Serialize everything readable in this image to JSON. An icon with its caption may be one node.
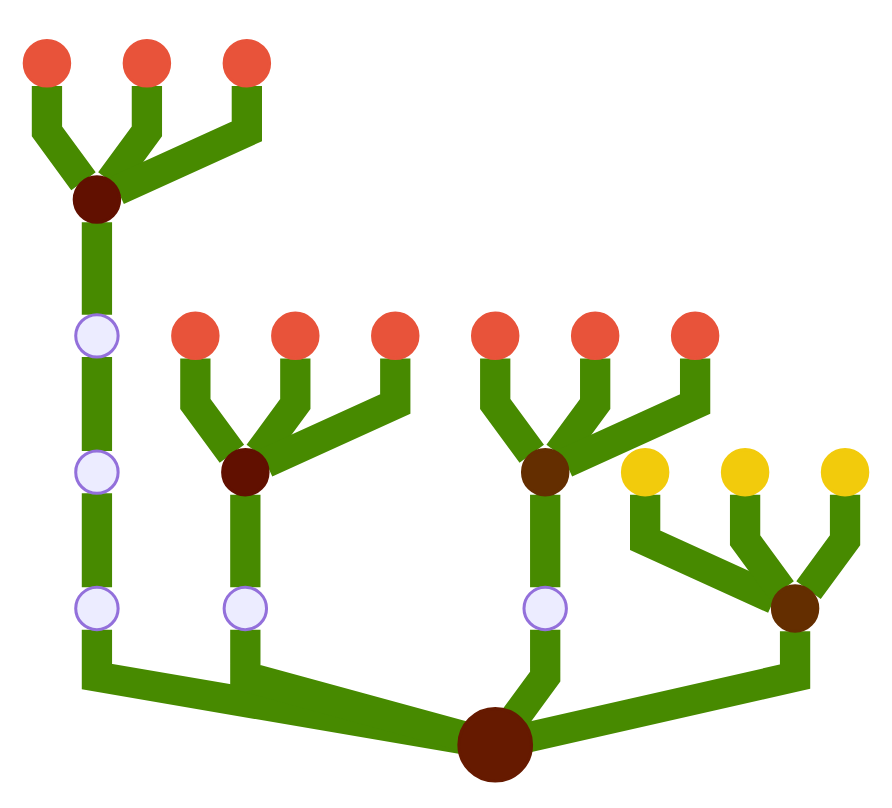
{
  "diagram": {
    "nodes": [
      {
        "text": [],
        "shape": "circle"
      },
      {
        "text": [],
        "shape": "circle"
      },
      {
        "text": [],
        "shape": "circle"
      },
      {
        "text": [],
        "shape": "circle"
      },
      {
        "text": [],
        "shape": "circle"
      },
      {
        "text": [],
        "shape": "circle"
      },
      {
        "text": [],
        "shape": "circle"
      },
      {
        "text": [],
        "shape": "circle"
      },
      {
        "text": [],
        "shape": "circle"
      },
      {
        "text": [],
        "shape": "circle"
      },
      {
        "text": [],
        "shape": "circle"
      },
      {
        "text": [],
        "shape": "circle"
      },
      {
        "text": [],
        "shape": "circle"
      },
      {
        "text": [],
        "shape": "circle"
      },
      {
        "text": [],
        "shape": "circle"
      },
      {
        "text": [],
        "shape": "circle"
      },
      {
        "text": [],
        "shape": "circle"
      },
      {
        "text": [],
        "shape": "circle"
      },
      {
        "text": [],
        "shape": "circle"
      },
      {
        "text": [],
        "shape": "circle"
      },
      {
        "text": [],
        "shape": "circle"
      },
      {
        "text": [],
        "shape": "circle"
      }
    ],
    "edges": [
      {
        "from": 21,
        "to": 17,
        "arrow": "none"
      },
      {
        "from": 17,
        "to": 11,
        "arrow": "none"
      },
      {
        "from": 11,
        "to": 4,
        "arrow": "none"
      },
      {
        "from": 4,
        "to": 3,
        "arrow": "none"
      },
      {
        "from": 3,
        "to": 0,
        "arrow": "none"
      },
      {
        "from": 3,
        "to": 1,
        "arrow": "none"
      },
      {
        "from": 3,
        "to": 2,
        "arrow": "none"
      },
      {
        "from": 21,
        "to": 18,
        "arrow": "none"
      },
      {
        "from": 18,
        "to": 12,
        "arrow": "none"
      },
      {
        "from": 12,
        "to": 5,
        "arrow": "none"
      },
      {
        "from": 12,
        "to": 6,
        "arrow": "none"
      },
      {
        "from": 12,
        "to": 7,
        "arrow": "none"
      },
      {
        "from": 21,
        "to": 19,
        "arrow": "none"
      },
      {
        "from": 19,
        "to": 13,
        "arrow": "none"
      },
      {
        "from": 13,
        "to": 8,
        "arrow": "none"
      },
      {
        "from": 13,
        "to": 9,
        "arrow": "none"
      },
      {
        "from": 13,
        "to": 10,
        "arrow": "none"
      },
      {
        "from": 21,
        "to": 20,
        "arrow": "none"
      },
      {
        "from": 20,
        "to": 14,
        "arrow": "none"
      },
      {
        "from": 20,
        "to": 15,
        "arrow": "none"
      },
      {
        "from": 20,
        "to": 16,
        "arrow": "none"
      }
    ]
  }
}
